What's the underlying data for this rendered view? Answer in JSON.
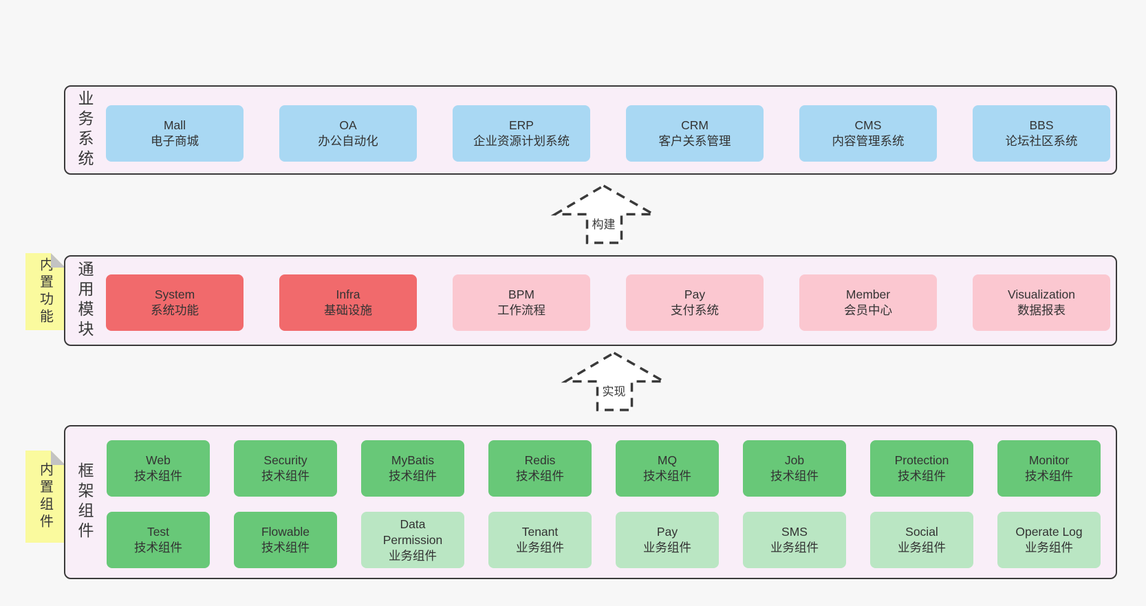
{
  "colors": {
    "page-bg": "#f7f7f7",
    "panel-bg": "#f9eef8",
    "panel-border": "#3a3a3a",
    "text": "#333333",
    "blue": "#a9d8f3",
    "red": "#f16a6c",
    "pink": "#fbc7d0",
    "green-dark": "#68c878",
    "green-light": "#bae6c3",
    "yellow": "#fafa9e",
    "fold": "#c3c3c3"
  },
  "arrows": [
    {
      "label": "构建"
    },
    {
      "label": "实现"
    }
  ],
  "layers": [
    {
      "label": "业务系统",
      "boxes": [
        {
          "name": "Mall",
          "subtitle": "电子商城",
          "variant": "blue"
        },
        {
          "name": "OA",
          "subtitle": "办公自动化",
          "variant": "blue"
        },
        {
          "name": "ERP",
          "subtitle": "企业资源计划系统",
          "variant": "blue"
        },
        {
          "name": "CRM",
          "subtitle": "客户关系管理",
          "variant": "blue"
        },
        {
          "name": "CMS",
          "subtitle": "内容管理系统",
          "variant": "blue"
        },
        {
          "name": "BBS",
          "subtitle": "论坛社区系统",
          "variant": "blue"
        }
      ]
    },
    {
      "label": "通用模块",
      "sticky": "内置功能",
      "boxes": [
        {
          "name": "System",
          "subtitle": "系统功能",
          "variant": "red"
        },
        {
          "name": "Infra",
          "subtitle": "基础设施",
          "variant": "red"
        },
        {
          "name": "BPM",
          "subtitle": "工作流程",
          "variant": "pink"
        },
        {
          "name": "Pay",
          "subtitle": "支付系统",
          "variant": "pink"
        },
        {
          "name": "Member",
          "subtitle": "会员中心",
          "variant": "pink"
        },
        {
          "name": "Visualization",
          "subtitle": "数据报表",
          "variant": "pink"
        }
      ]
    },
    {
      "label": "框架组件",
      "sticky": "内置组件",
      "rows": [
        [
          {
            "name": "Web",
            "subtitle": "技术组件",
            "variant": "green-dark"
          },
          {
            "name": "Security",
            "subtitle": "技术组件",
            "variant": "green-dark"
          },
          {
            "name": "MyBatis",
            "subtitle": "技术组件",
            "variant": "green-dark"
          },
          {
            "name": "Redis",
            "subtitle": "技术组件",
            "variant": "green-dark"
          },
          {
            "name": "MQ",
            "subtitle": "技术组件",
            "variant": "green-dark"
          },
          {
            "name": "Job",
            "subtitle": "技术组件",
            "variant": "green-dark"
          },
          {
            "name": "Protection",
            "subtitle": "技术组件",
            "variant": "green-dark"
          },
          {
            "name": "Monitor",
            "subtitle": "技术组件",
            "variant": "green-dark"
          }
        ],
        [
          {
            "name": "Test",
            "subtitle": "技术组件",
            "variant": "green-dark"
          },
          {
            "name": "Flowable",
            "subtitle": "技术组件",
            "variant": "green-dark"
          },
          {
            "name": "Data\nPermission",
            "subtitle": "业务组件",
            "variant": "green-light"
          },
          {
            "name": "Tenant",
            "subtitle": "业务组件",
            "variant": "green-light"
          },
          {
            "name": "Pay",
            "subtitle": "业务组件",
            "variant": "green-light"
          },
          {
            "name": "SMS",
            "subtitle": "业务组件",
            "variant": "green-light"
          },
          {
            "name": "Social",
            "subtitle": "业务组件",
            "variant": "green-light"
          },
          {
            "name": "Operate Log",
            "subtitle": "业务组件",
            "variant": "green-light"
          }
        ]
      ]
    }
  ]
}
